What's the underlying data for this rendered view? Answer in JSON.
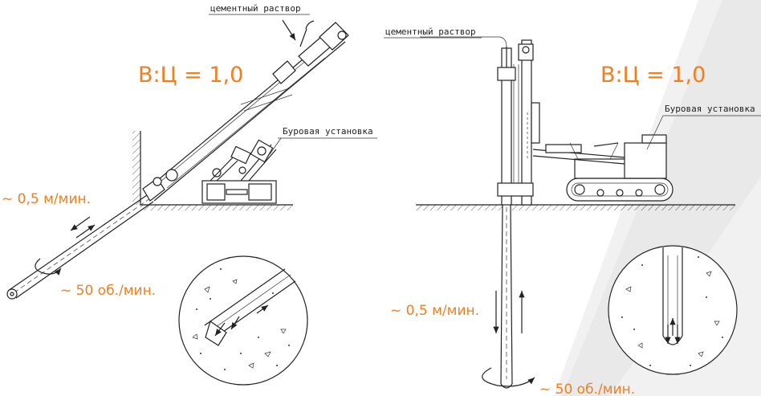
{
  "colors": {
    "accent": "#f07f22",
    "line": "#222222",
    "background_shape": "#eeeeee"
  },
  "left_scheme": {
    "label_mortar": "цементный раствор",
    "ratio": "В:Ц = 1,0",
    "label_rig": "Буровая установка",
    "feed_rate": "~ 0,5 м/мин.",
    "rotation": "~ 50 об./мин."
  },
  "right_scheme": {
    "label_mortar": "цементный раствор",
    "ratio": "В:Ц = 1,0",
    "label_rig": "Буровая установка",
    "feed_rate": "~ 0,5 м/мин.",
    "rotation": "~ 50 об./мин."
  }
}
